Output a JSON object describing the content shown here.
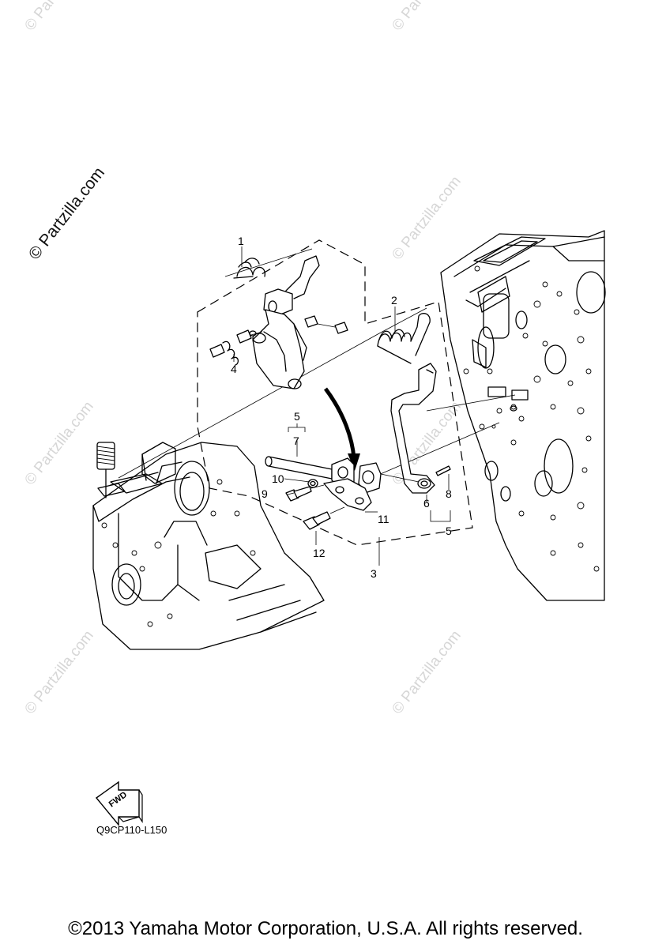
{
  "watermark": {
    "main": "© Partzilla.com",
    "repeat": "© Partzilla.com"
  },
  "callouts": {
    "c1": "1",
    "c2": "2",
    "c3": "3",
    "c4": "4",
    "c5a": "5",
    "c5b": "5",
    "c6": "6",
    "c7": "7",
    "c8": "8",
    "c9": "9",
    "c10": "10",
    "c11": "11",
    "c12": "12"
  },
  "fwd_label": "FWD",
  "diagram_code": "Q9CP110-L150",
  "copyright": "©2013  Yamaha Motor Corporation, U.S.A. All rights reserved."
}
